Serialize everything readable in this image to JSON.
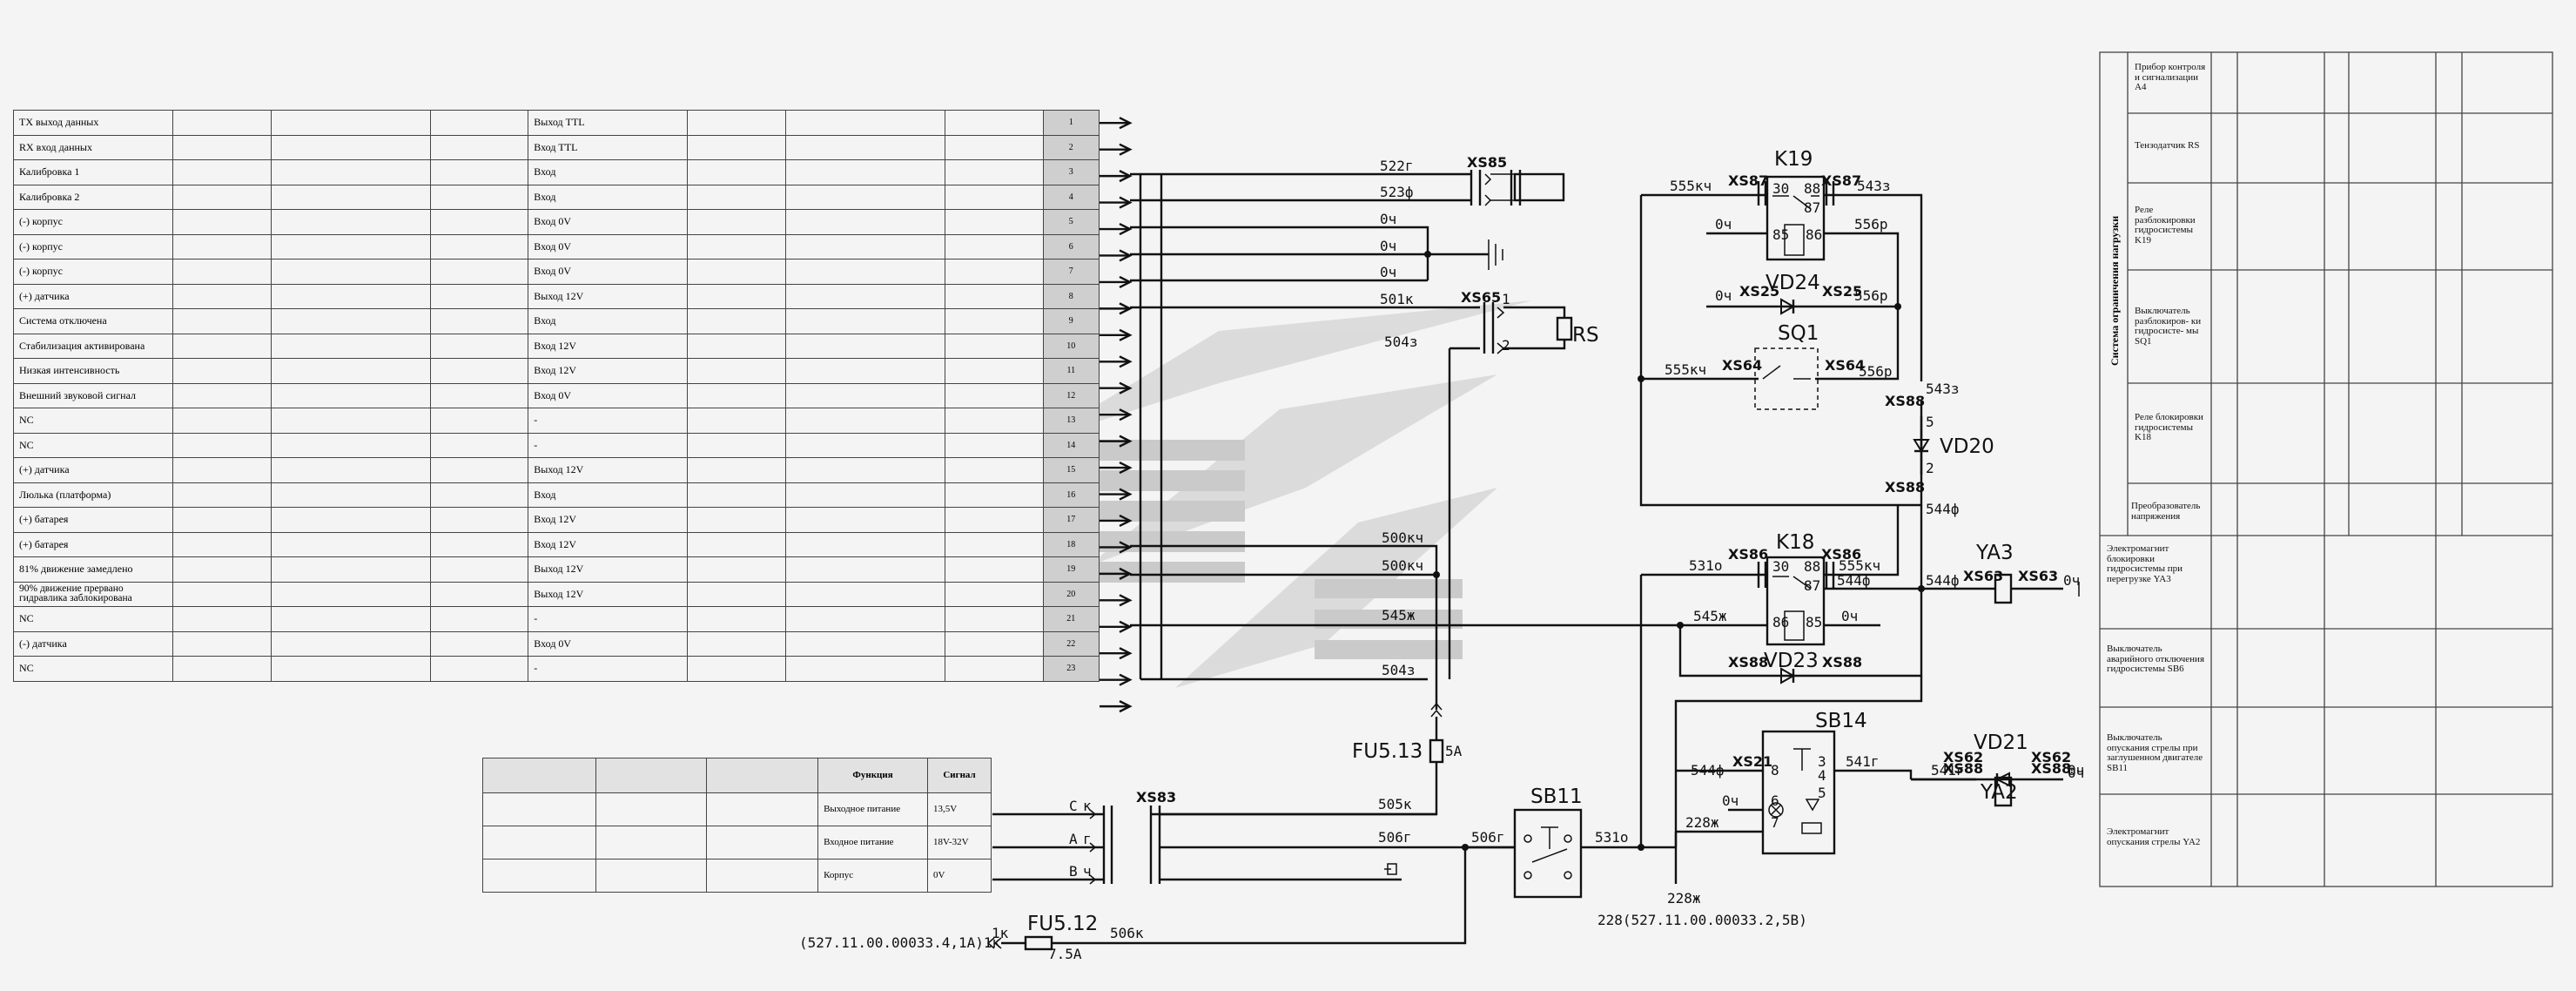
{
  "pin_table": {
    "rows": [
      {
        "num": "1",
        "name": "TX выход данных",
        "signal": "Выход TTL"
      },
      {
        "num": "2",
        "name": "RX вход данных",
        "signal": "Вход TTL"
      },
      {
        "num": "3",
        "name": "Калибровка 1",
        "signal": "Вход"
      },
      {
        "num": "4",
        "name": "Калибровка 2",
        "signal": "Вход"
      },
      {
        "num": "5",
        "name": "(-) корпус",
        "signal": "Вход 0V"
      },
      {
        "num": "6",
        "name": "(-) корпус",
        "signal": "Вход 0V"
      },
      {
        "num": "7",
        "name": "(-) корпус",
        "signal": "Вход 0V"
      },
      {
        "num": "8",
        "name": "(+) датчика",
        "signal": "Выход 12V"
      },
      {
        "num": "9",
        "name": "Система отключена",
        "signal": "Вход"
      },
      {
        "num": "10",
        "name": "Стабилизация активирована",
        "signal": "Вход 12V"
      },
      {
        "num": "11",
        "name": "Низкая интенсивность",
        "signal": "Вход 12V"
      },
      {
        "num": "12",
        "name": "Внешний звуковой сигнал",
        "signal": "Вход 0V"
      },
      {
        "num": "13",
        "name": "NC",
        "signal": "-"
      },
      {
        "num": "14",
        "name": "NC",
        "signal": "-"
      },
      {
        "num": "15",
        "name": "(+) датчика",
        "signal": "Выход 12V"
      },
      {
        "num": "16",
        "name": "Люлька (платформа)",
        "signal": "Вход"
      },
      {
        "num": "17",
        "name": "(+) батарея",
        "signal": "Вход 12V"
      },
      {
        "num": "18",
        "name": "(+) батарея",
        "signal": "Вход 12V"
      },
      {
        "num": "19",
        "name": "81% движение замедлено",
        "signal": "Выход 12V"
      },
      {
        "num": "20",
        "name": "90% движение прервано гидравлика заблокирована",
        "signal": "Выход 12V"
      },
      {
        "num": "21",
        "name": "NC",
        "signal": "-"
      },
      {
        "num": "22",
        "name": "(-) датчика",
        "signal": "Вход 0V"
      },
      {
        "num": "23",
        "name": "NC",
        "signal": "-"
      }
    ]
  },
  "power_table": {
    "header": {
      "function": "Функция",
      "signal": "Сигнал"
    },
    "rows": [
      {
        "function": "Выходное питание",
        "signal": "13,5V"
      },
      {
        "function": "Входное питание",
        "signal": "18V-32V"
      },
      {
        "function": "Корпус",
        "signal": "0V"
      }
    ]
  },
  "title_block": {
    "vertical_title": "Система ограничения нагрузки",
    "top_items": [
      "Прибор контроля и сигнализации A4",
      "Тензодатчик RS",
      "Реле разблокировки гидросистемы K19",
      "Выключатель разблокиров- ки гидросисте- мы SQ1",
      "Реле блокировки гидросистемы K18",
      "Преобразователь напряжения"
    ],
    "bottom_items": [
      "Электромагнит блокировки гидросистемы при перегрузке YA3",
      "Выключатель аварийного отключения гидросистемы SB6",
      "Выключатель опускания стрелы при заглушенном двигателе SB11",
      "Электромагнит опускания стрелы YA2"
    ]
  },
  "components": {
    "xs85": "XS85",
    "xs65": "XS65",
    "rs": "RS",
    "k19": "K19",
    "xs87a": "XS87",
    "xs87b": "XS87",
    "vd24": "VD24",
    "xs25a": "XS25",
    "xs25b": "XS25",
    "sq1": "SQ1",
    "xs64a": "XS64",
    "xs64b": "XS64",
    "xs88a": "XS88",
    "xs88b": "XS88",
    "vd20": "VD20",
    "k18": "K18",
    "xs86a": "XS86",
    "xs86b": "XS86",
    "vd23": "VD23",
    "xs88c": "XS88",
    "xs88d": "XS88",
    "ya3": "YA3",
    "xs63a": "XS63",
    "xs63b": "XS63",
    "vd21": "VD21",
    "xs88e": "XS88",
    "xs88f": "XS88",
    "ya2": "YA2",
    "xs62a": "XS62",
    "xs62b": "XS62",
    "sb14": "SB14",
    "xs21": "XS21",
    "sb11": "SB11",
    "xs83": "XS83",
    "fu513": "FU5.13",
    "fu513_rating": "5А",
    "fu512": "FU5.12",
    "fu512_rating": "7.5А"
  },
  "wires": {
    "w522": "522г",
    "w523": "523ф",
    "w0a": "0ч",
    "w0b": "0ч",
    "w0c": "0ч",
    "w501": "501к",
    "w504a": "504з",
    "w500a": "500кч",
    "w500b": "500кч",
    "w545a": "545ж",
    "w504b": "504з",
    "w505": "505к",
    "w506a": "506г",
    "w506b": "506г",
    "w531a": "531о",
    "w506k": "506к",
    "w1k": "1к",
    "ref1": "(527.11.00.00033.4,1А)1к",
    "w555a": "555кч",
    "w543a": "543з",
    "w556a": "556р",
    "w0k19": "0ч",
    "w0vd24": "0ч",
    "w556b": "556р",
    "w555b": "555кч",
    "w556c": "556р",
    "w543b": "543з",
    "w544a": "544ф",
    "w531b": "531о",
    "w555c": "555кч",
    "w544b": "544ф",
    "w544c": "544ф",
    "w545b": "545ж",
    "w0k18": "0ч",
    "w0ya3": "0ч",
    "w0vd21": "0ч",
    "w541a": "541г",
    "w541b": "541г",
    "w0ya2": "0ч",
    "w544d": "544ф",
    "w228a": "228ж",
    "w0sb": "0ч",
    "w228b": "228ж",
    "ref2": "228(527.11.00.00033.2,5В)",
    "xs83_c": "С",
    "xs83_a": "А",
    "xs83_b": "В",
    "xs83_c2": "к",
    "xs83_a2": "г",
    "xs83_b2": "ч"
  }
}
